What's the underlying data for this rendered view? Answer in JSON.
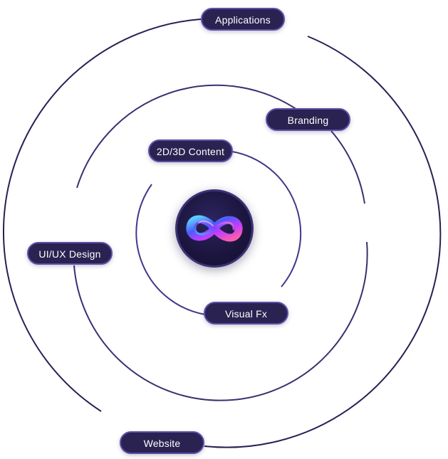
{
  "colors": {
    "orbit_outer": "#2a1f55",
    "orbit_middle": "#3a2f70",
    "orbit_inner": "#43378a",
    "pill_fill": "#2a2250",
    "pill_border": "#5b4fa8",
    "pill_text": "#ffffff",
    "logo_background": "#1c1640"
  },
  "center": {
    "icon": "infinity-logo-icon"
  },
  "labels": {
    "applications": "Applications",
    "branding": "Branding",
    "content": "2D/3D Content",
    "uiux": "UI/UX Design",
    "visualfx": "Visual Fx",
    "website": "Website"
  }
}
